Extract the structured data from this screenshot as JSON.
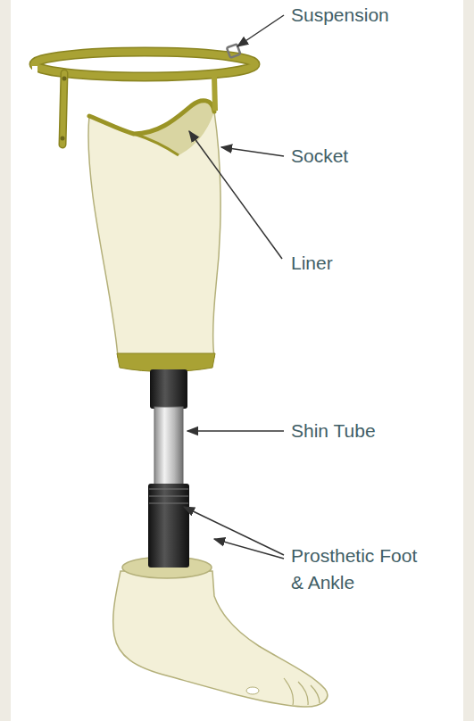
{
  "diagram": {
    "labels": [
      "Suspension",
      "Socket",
      "Liner",
      "Shin Tube",
      "Prosthetic Foot & Ankle"
    ]
  }
}
